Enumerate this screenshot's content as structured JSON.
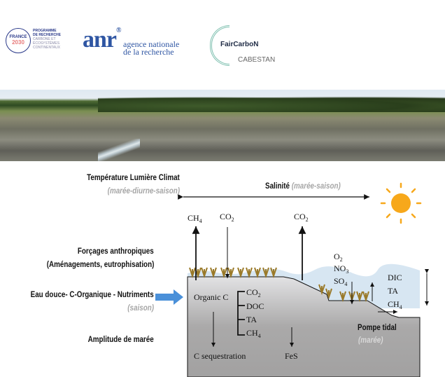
{
  "logos": {
    "france2030": {
      "line1": "FRANCE",
      "line2": "2030",
      "text": [
        "PROGRAMME",
        "DE RECHERCHE",
        "CARBONE ET",
        "ÉCOSYSTÈMES",
        "CONTINENTAUX"
      ]
    },
    "anr": {
      "mark": "anr",
      "registered": "®",
      "line1": "agence nationale",
      "line2": "de la recherche"
    },
    "faircarbon": {
      "name": "FairCarboN",
      "project": "CABESTAN"
    }
  },
  "labels": {
    "temperature": "Température Lumière Climat",
    "temperature_sub": "(marée-diurne-saison)",
    "salinite": "Salinité",
    "salinite_sub": "(marée-saison)",
    "forcages": "Forçages anthropiques",
    "forcages_sub": "(Aménagements, eutrophisation)",
    "eau_douce": "Eau douce- C-Organique - Nutriments",
    "eau_douce_sub": "(saison)",
    "amplitude": "Amplitude de marée",
    "pompe": "Pompe tidal",
    "pompe_sub": "(marée)"
  },
  "fluxes": {
    "ch4_top": {
      "base": "CH",
      "sub": "4"
    },
    "co2_top1": {
      "base": "CO",
      "sub": "2"
    },
    "co2_top2": {
      "base": "CO",
      "sub": "2"
    },
    "o2": {
      "base": "O",
      "sub": "2"
    },
    "no3": {
      "base": "NO",
      "sub": "3"
    },
    "so4": {
      "base": "SO",
      "sub": "4"
    },
    "organic_c": "Organic C",
    "products": [
      {
        "base": "CO",
        "sub": "2"
      },
      {
        "base": "DOC",
        "sub": ""
      },
      {
        "base": "TA",
        "sub": ""
      },
      {
        "base": "CH",
        "sub": "4"
      }
    ],
    "water": [
      {
        "base": "DIC",
        "sub": ""
      },
      {
        "base": "TA",
        "sub": ""
      },
      {
        "base": "CH",
        "sub": "4"
      }
    ],
    "sequestration": "C sequestration",
    "fes": "FeS"
  },
  "colors": {
    "sediment": "#a9a8a8",
    "water": "#d7e6f2",
    "sun": "#f7a81b",
    "arrow_blue": "#4a90d9",
    "grass": "#9a7a2a"
  }
}
